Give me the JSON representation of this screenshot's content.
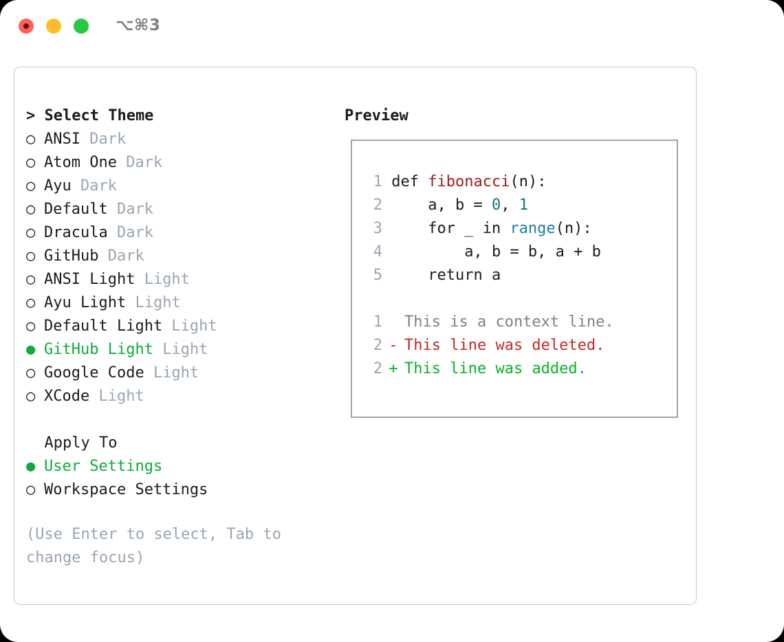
{
  "window": {
    "shortcut_label": "⌥⌘3",
    "traffic_lights": [
      "close-red",
      "minimize-yellow",
      "zoom-green"
    ]
  },
  "theme_list": {
    "header": "> Select Theme",
    "items": [
      {
        "bullet": "○",
        "label": "ANSI",
        "suffix": "Dark",
        "selected": false
      },
      {
        "bullet": "○",
        "label": "Atom One",
        "suffix": "Dark",
        "selected": false
      },
      {
        "bullet": "○",
        "label": "Ayu",
        "suffix": "Dark",
        "selected": false
      },
      {
        "bullet": "○",
        "label": "Default",
        "suffix": "Dark",
        "selected": false
      },
      {
        "bullet": "○",
        "label": "Dracula",
        "suffix": "Dark",
        "selected": false
      },
      {
        "bullet": "○",
        "label": "GitHub",
        "suffix": "Dark",
        "selected": false
      },
      {
        "bullet": "○",
        "label": "ANSI Light",
        "suffix": "Light",
        "selected": false
      },
      {
        "bullet": "○",
        "label": "Ayu Light",
        "suffix": "Light",
        "selected": false
      },
      {
        "bullet": "○",
        "label": "Default Light",
        "suffix": "Light",
        "selected": false
      },
      {
        "bullet": "●",
        "label": "GitHub Light",
        "suffix": "Light",
        "selected": true
      },
      {
        "bullet": "○",
        "label": "Google Code",
        "suffix": "Light",
        "selected": false
      },
      {
        "bullet": "○",
        "label": "XCode",
        "suffix": "Light",
        "selected": false
      }
    ]
  },
  "apply_to": {
    "header": "  Apply To",
    "items": [
      {
        "bullet": "●",
        "label": "User Settings",
        "selected": true
      },
      {
        "bullet": "○",
        "label": "Workspace Settings",
        "selected": false
      }
    ]
  },
  "hint": "(Use Enter to select, Tab to change focus)",
  "preview": {
    "title": "Preview",
    "code_lines": [
      {
        "no": "1",
        "segments": [
          {
            "text": "def ",
            "style": "plain"
          },
          {
            "text": "fibonacci",
            "style": "fn"
          },
          {
            "text": "(n):",
            "style": "plain"
          }
        ]
      },
      {
        "no": "2",
        "segments": [
          {
            "text": "    a, b = ",
            "style": "plain"
          },
          {
            "text": "0",
            "style": "num"
          },
          {
            "text": ", ",
            "style": "plain"
          },
          {
            "text": "1",
            "style": "num"
          }
        ]
      },
      {
        "no": "3",
        "segments": [
          {
            "text": "    for _ in ",
            "style": "plain"
          },
          {
            "text": "range",
            "style": "call"
          },
          {
            "text": "(n):",
            "style": "plain"
          }
        ]
      },
      {
        "no": "4",
        "segments": [
          {
            "text": "        a, b = b, a + b",
            "style": "plain"
          }
        ]
      },
      {
        "no": "5",
        "segments": [
          {
            "text": "    return a",
            "style": "plain"
          }
        ]
      }
    ],
    "diff_lines": [
      {
        "no": "1",
        "marker": " ",
        "text": "This is a context line.",
        "kind": "ctx"
      },
      {
        "no": "2",
        "marker": "-",
        "text": "This line was deleted.",
        "kind": "del"
      },
      {
        "no": "2",
        "marker": "+",
        "text": "This line was added.",
        "kind": "add"
      }
    ]
  },
  "colors": {
    "accent_green": "#0cab3b",
    "muted_gray": "#9aa5b1",
    "border": "#c2cad3",
    "diff_add": "#08b226",
    "diff_del": "#c62828",
    "token_function": "#a01b1b",
    "token_number": "#0a7b78",
    "token_call": "#1b7fa8"
  }
}
